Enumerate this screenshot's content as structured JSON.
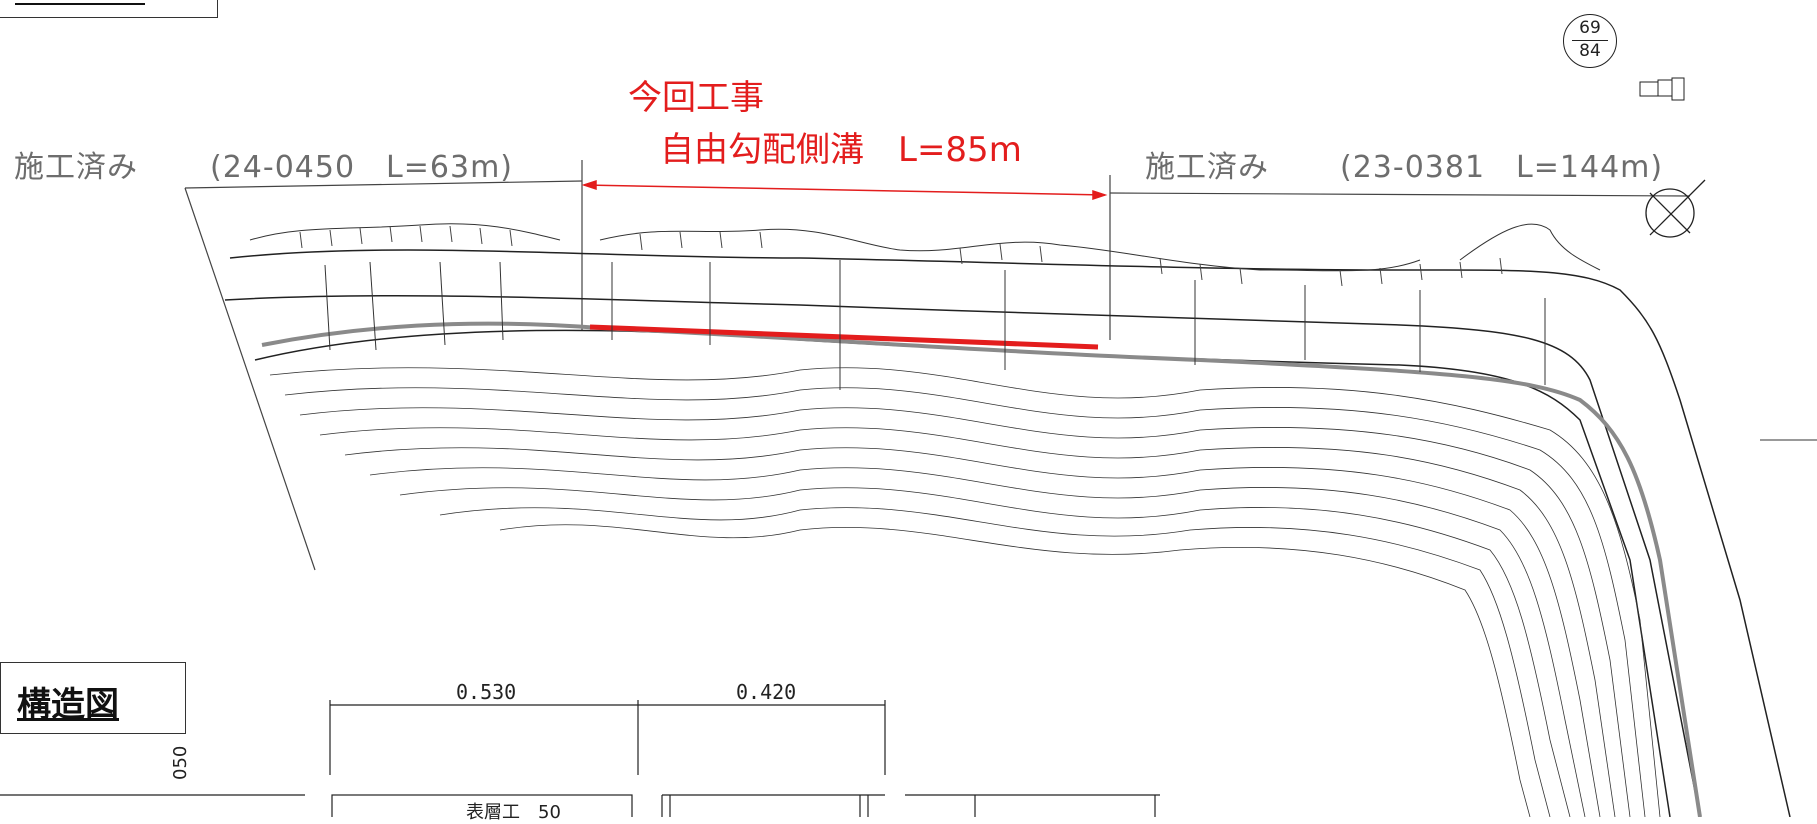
{
  "header": {
    "current_work_title": "今回工事",
    "current_work_desc": "自由勾配側溝　L=85m",
    "done_left_label": "施工済み",
    "done_left_detail": "(24-0450　L=63m)",
    "done_right_label": "施工済み",
    "done_right_detail": "(23-0381　L=144m)"
  },
  "sheet": {
    "number": "69",
    "total": "84"
  },
  "structure": {
    "title": "構造図",
    "dim_left": "0.530",
    "dim_right": "0.420",
    "layer_label": "表層工　50",
    "side_dim": "050"
  },
  "colors": {
    "highlight": "#e31d1d",
    "existing": "#6d6d6d",
    "lines": "#222222"
  }
}
